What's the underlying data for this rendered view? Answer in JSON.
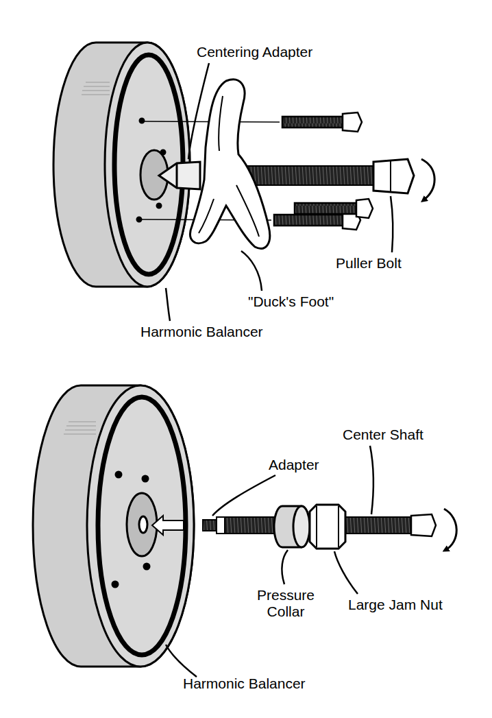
{
  "diagram": {
    "labels": [
      "Centering Adapter",
      "Puller Bolt",
      "\"Duck's Foot\"",
      "Harmonic Balancer",
      "Center Shaft",
      "Adapter",
      "Pressure Collar",
      "Large Jam Nut",
      "Harmonic Balancer"
    ]
  }
}
